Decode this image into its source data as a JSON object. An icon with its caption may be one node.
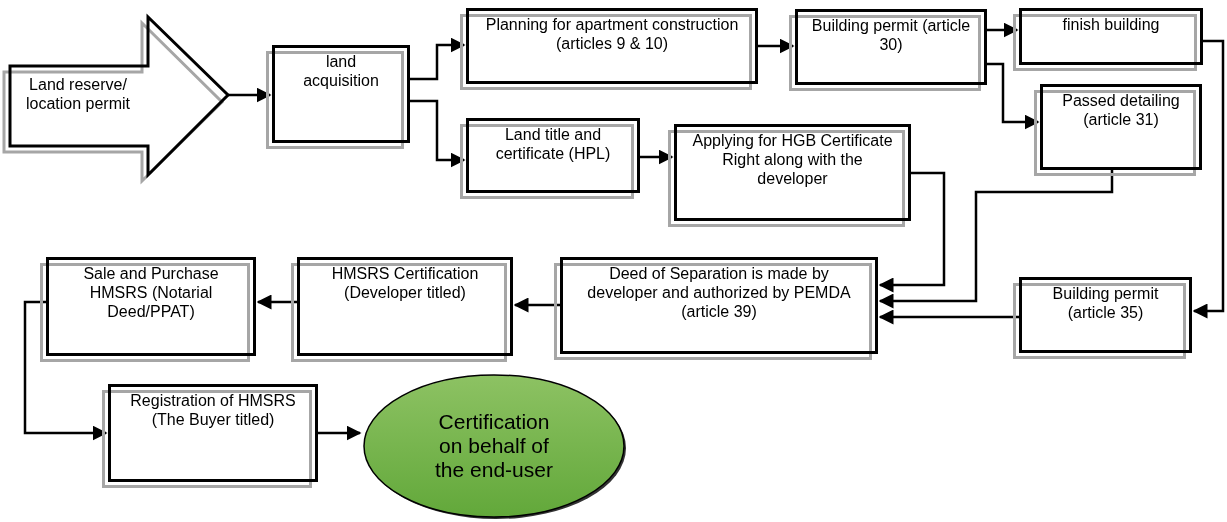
{
  "diagram": {
    "nodes": [
      {
        "text": [
          "Land reserve/ location permit"
        ]
      },
      {
        "text": [
          "land acquisition"
        ]
      },
      {
        "text": [
          "Planning for apartment construction (articles 9 & 10)"
        ]
      },
      {
        "text": [
          "Land title and certificate (HPL)"
        ]
      },
      {
        "text": [
          "Building permit (article 30)"
        ]
      },
      {
        "text": [
          "finish building"
        ]
      },
      {
        "text": [
          "Passed detailing (article 31)"
        ]
      },
      {
        "text": [
          "Applying for HGB Certificate Right along with the developer"
        ]
      },
      {
        "text": [
          "Deed of Separation is made by developer and authorized by PEMDA (article 39)"
        ]
      },
      {
        "text": [
          "Building permit (article 35)"
        ]
      },
      {
        "text": [
          "Sale and Purchase HMSRS (Notarial Deed/PPAT)"
        ]
      },
      {
        "text": [
          "HMSRS Certification (Developer titled)"
        ]
      },
      {
        "text": [
          "Registration of HMSRS (The Buyer titled)"
        ]
      },
      {
        "text": [
          "Certification on behalf of the end-user"
        ]
      }
    ],
    "edges": [
      {
        "from": 0,
        "to": 1,
        "arrow": "to"
      },
      {
        "from": 1,
        "to": 2,
        "arrow": "to"
      },
      {
        "from": 1,
        "to": 3,
        "arrow": "to"
      },
      {
        "from": 2,
        "to": 4,
        "arrow": "to"
      },
      {
        "from": 4,
        "to": 5,
        "arrow": "to"
      },
      {
        "from": 4,
        "to": 6,
        "arrow": "to"
      },
      {
        "from": 3,
        "to": 7,
        "arrow": "to"
      },
      {
        "from": 7,
        "to": 8,
        "arrow": "to"
      },
      {
        "from": 6,
        "to": 8,
        "arrow": "to"
      },
      {
        "from": 5,
        "to": 9,
        "arrow": "to"
      },
      {
        "from": 9,
        "to": 8,
        "arrow": "to"
      },
      {
        "from": 8,
        "to": 11,
        "arrow": "to"
      },
      {
        "from": 11,
        "to": 10,
        "arrow": "to"
      },
      {
        "from": 10,
        "to": 12,
        "arrow": "to"
      },
      {
        "from": 12,
        "to": 13,
        "arrow": "to"
      }
    ]
  }
}
